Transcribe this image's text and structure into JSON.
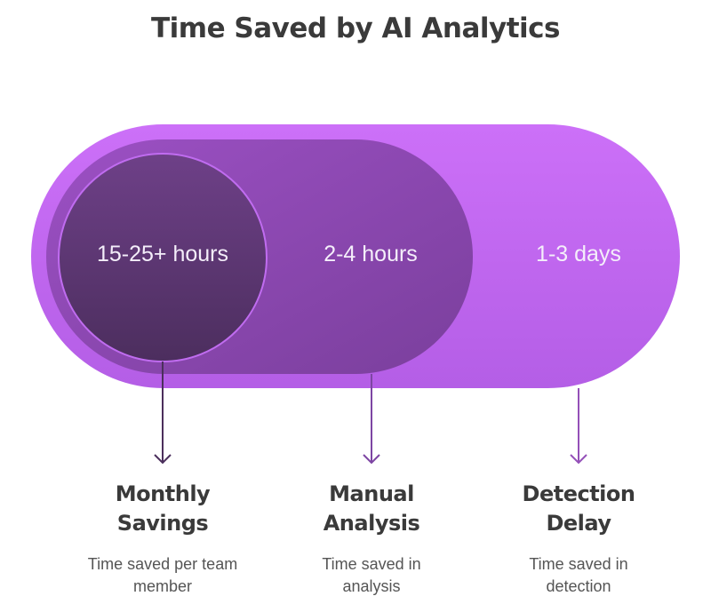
{
  "title": "Time Saved by AI Analytics",
  "colors": {
    "outer": "#c86ef5",
    "middle": "#8f48b5",
    "inner": "#5a3570",
    "arrow_dark": "#4b2f5c",
    "arrow_mid": "#7d45a3",
    "arrow_light": "#9450b8"
  },
  "segments": [
    {
      "value": "15-25+ hours",
      "label": "Monthly Savings",
      "description": "Time saved per team member"
    },
    {
      "value": "2-4 hours",
      "label": "Manual Analysis",
      "description": "Time saved in analysis"
    },
    {
      "value": "1-3 days",
      "label": "Detection Delay",
      "description": "Time saved in detection"
    }
  ]
}
